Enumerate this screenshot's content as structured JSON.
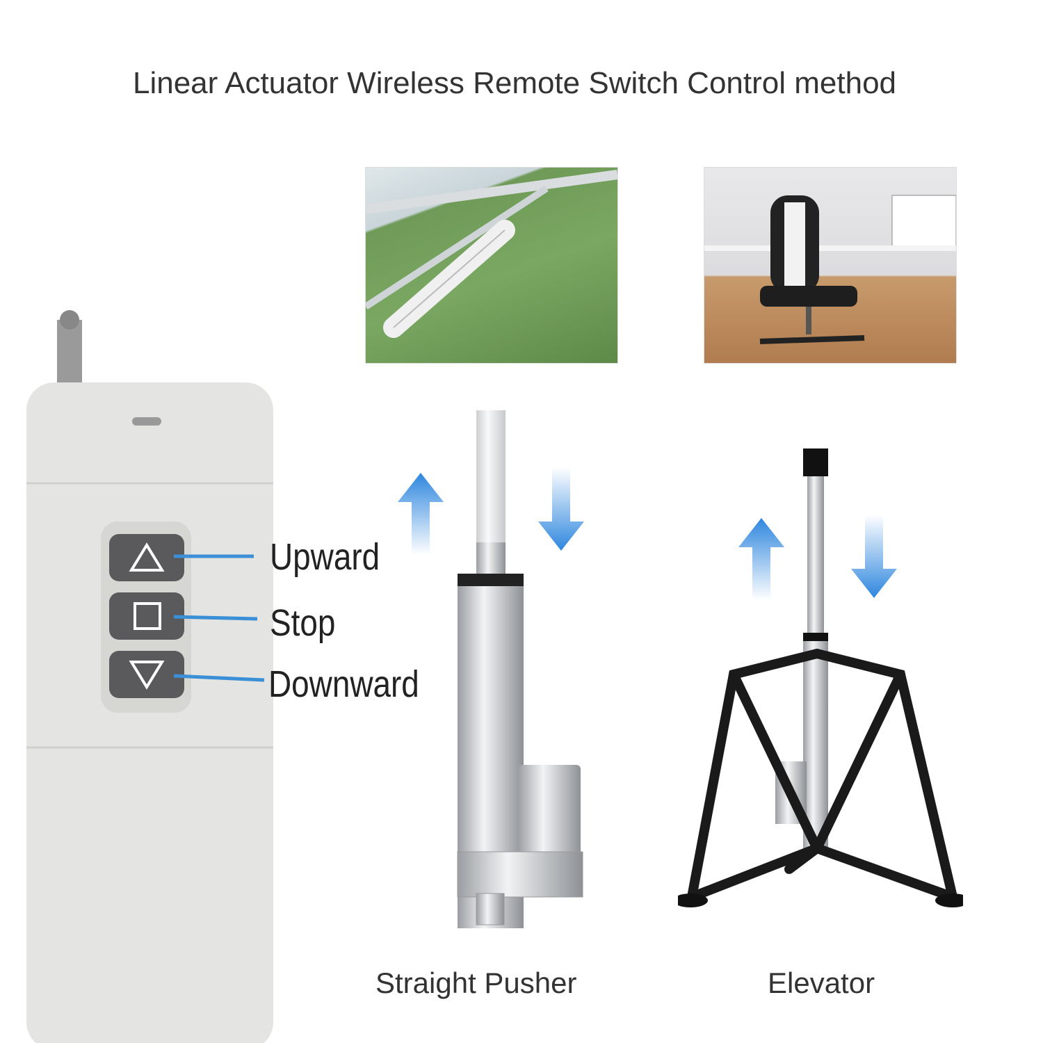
{
  "title": "Linear Actuator Wireless Remote Switch Control method",
  "remote": {
    "buttons": [
      {
        "label": "Upward",
        "icon": "triangle-up-icon"
      },
      {
        "label": "Stop",
        "icon": "square-icon"
      },
      {
        "label": "Downward",
        "icon": "triangle-down-icon"
      }
    ]
  },
  "applications": [
    {
      "caption": "Straight Pusher"
    },
    {
      "caption": "Elevator"
    }
  ],
  "colors": {
    "line": "#3a8fd6",
    "arrow": "#2e86de",
    "remote": "#e4e4e2",
    "button": "#5a5a5c"
  }
}
